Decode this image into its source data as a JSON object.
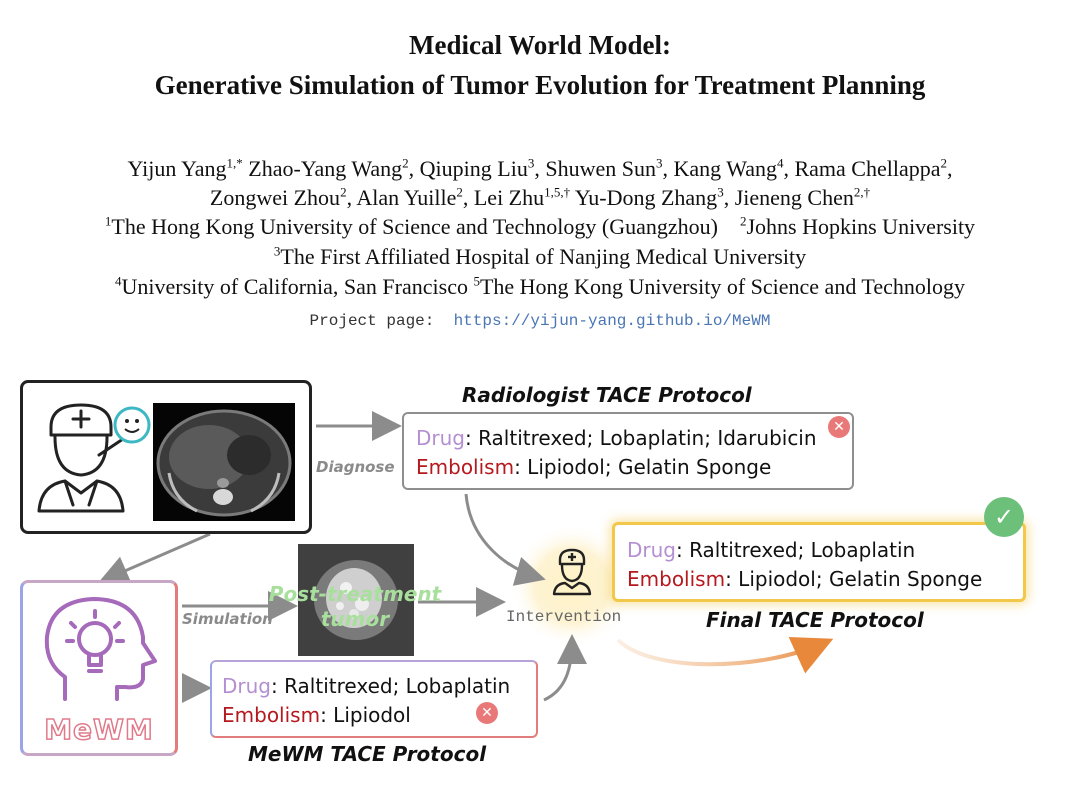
{
  "paper": {
    "title_line1": "Medical World Model:",
    "title_line2": "Generative Simulation of Tumor Evolution for Treatment Planning",
    "authors_line1": {
      "a1": "Yijun Yang",
      "a1_sup": "1,*",
      "a2": "Zhao-Yang Wang",
      "a2_sup": "2",
      "a3": "Qiuping Liu",
      "a3_sup": "3",
      "a4": "Shuwen Sun",
      "a4_sup": "3",
      "a5": "Kang Wang",
      "a5_sup": "4",
      "a6": "Rama Chellappa",
      "a6_sup": "2"
    },
    "authors_line2": {
      "a7": "Zongwei Zhou",
      "a7_sup": "2",
      "a8": "Alan Yuille",
      "a8_sup": "2",
      "a9": "Lei Zhu",
      "a9_sup": "1,5,†",
      "a10": "Yu-Dong Zhang",
      "a10_sup": "3",
      "a11": "Jieneng Chen",
      "a11_sup": "2,†"
    },
    "affiliations": {
      "aff1_sup": "1",
      "aff1": "The Hong Kong University of Science and Technology (Guangzhou)",
      "aff2_sup": "2",
      "aff2": "Johns Hopkins University",
      "aff3_sup": "3",
      "aff3": "The First Affiliated Hospital of Nanjing Medical University",
      "aff4_sup": "4",
      "aff4": "University of California, San Francisco",
      "aff5_sup": "5",
      "aff5": "The Hong Kong University of Science and Technology"
    },
    "project_label": "Project page:",
    "project_url": "https://yijun-yang.github.io/MeWM"
  },
  "figure": {
    "radiologist_caption": "Radiologist TACE Protocol",
    "final_caption": "Final TACE Protocol",
    "mewm_caption": "MeWM TACE Protocol",
    "diagnose_label": "Diagnose",
    "simulation_label": "Simulation",
    "intervention_label": "Intervention",
    "post_treatment_line1": "Post-treatment",
    "post_treatment_line2": "tumor",
    "mewm_label": "MeWM",
    "drug_key": "Drug",
    "embolism_key": "Embolism",
    "radiologist": {
      "drug": ": Raltitrexed; Lobaplatin; Idarubicin",
      "embolism": ": Lipiodol; Gelatin Sponge"
    },
    "final": {
      "drug": ": Raltitrexed; Lobaplatin",
      "embolism": ": Lipiodol; Gelatin Sponge"
    },
    "mewm": {
      "drug": ": Raltitrexed; Lobaplatin",
      "embolism": ": Lipiodol"
    },
    "colors": {
      "drug": "#b48fd1",
      "embolism": "#b5191e",
      "reject": "#e76b6b",
      "accept": "#6cc07a",
      "final_border": "#f2c84b",
      "mewm_border_start": "#9aa4e6",
      "mewm_border_end": "#e37c7c"
    }
  }
}
